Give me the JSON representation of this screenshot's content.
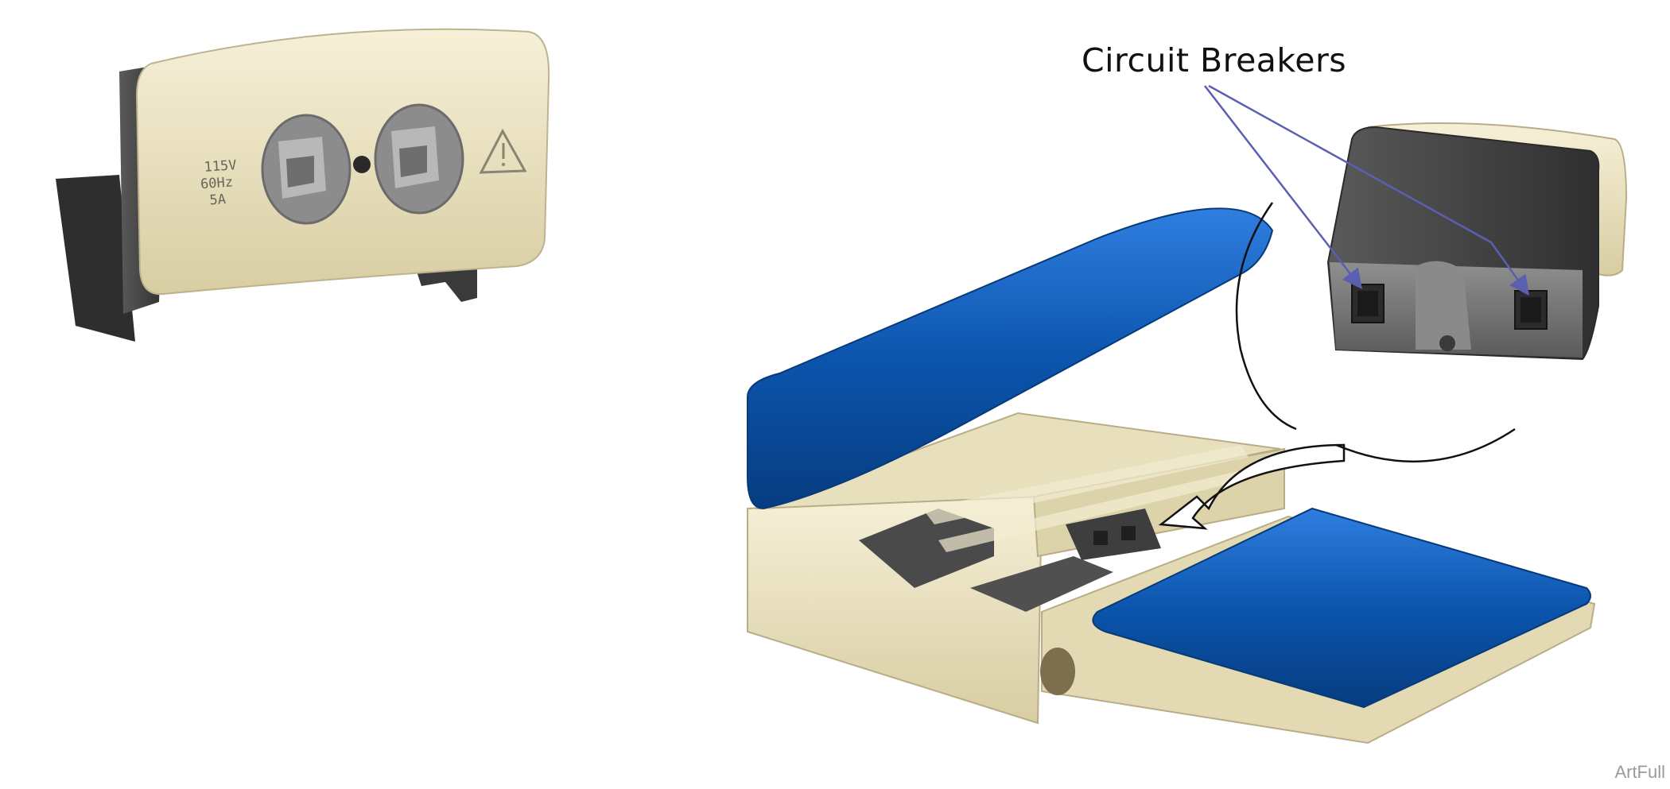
{
  "callout": {
    "title": "Circuit Breakers"
  },
  "outlet_label": {
    "line1": "115V",
    "line2": "60Hz",
    "line3": "5A"
  },
  "watermark": "ArtFull",
  "colors": {
    "beige": "#ece3c0",
    "blue": "#0b55ad",
    "dark": "#3f3f3f",
    "arrow": "#5a5fb0"
  }
}
